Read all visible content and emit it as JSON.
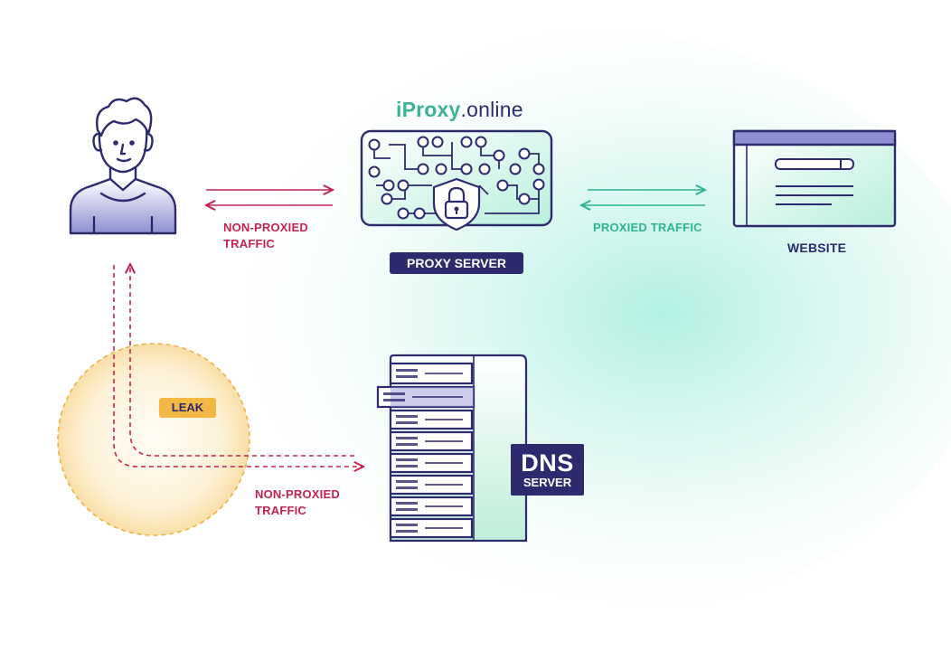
{
  "brand": {
    "highlight": "iProxy",
    "suffix": ".online"
  },
  "labels": {
    "non_proxied_top": [
      "NON-PROXIED",
      "TRAFFIC"
    ],
    "proxied_traffic": "PROXIED TRAFFIC",
    "website": "WEBSITE",
    "proxy_server": "PROXY SERVER",
    "leak": "LEAK",
    "non_proxied_bottom": [
      "NON-PROXIED",
      "TRAFFIC"
    ],
    "dns_big": "DNS",
    "dns_small": "SERVER"
  },
  "colors": {
    "navy": "#2d2a6e",
    "red": "#c4234f",
    "green": "#2fb392",
    "leak_fill": "#f3b745",
    "leak_ring": "#f0b048"
  },
  "icons": [
    "user-icon",
    "proxy-server-icon",
    "lock-shield-icon",
    "website-window-icon",
    "dns-server-rack-icon"
  ]
}
